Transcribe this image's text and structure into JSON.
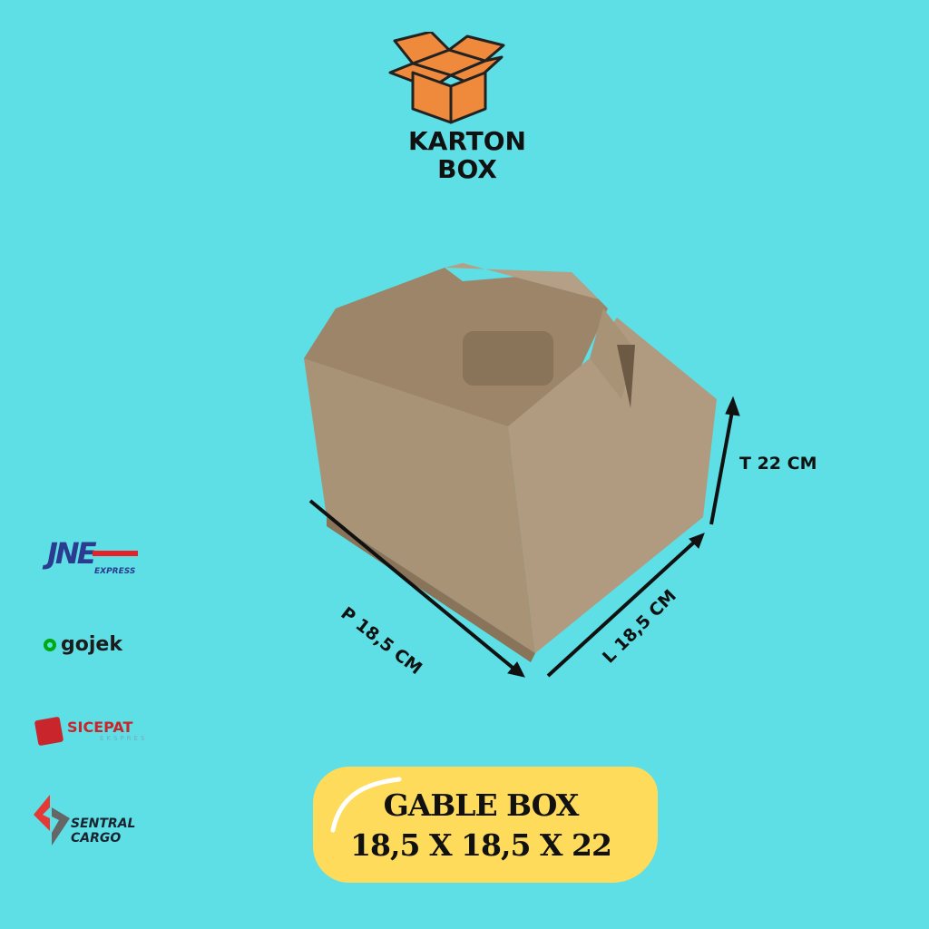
{
  "brand": {
    "line1": "KARTON",
    "line2": "BOX",
    "icon": "open-cardboard-box-icon"
  },
  "dimensions": {
    "height": "T 22 CM",
    "length": "P 18,5 CM",
    "width": "L 18,5 CM"
  },
  "product": {
    "title": "GABLE BOX",
    "size": "18,5 X 18,5 X 22"
  },
  "couriers": [
    {
      "name": "JNE",
      "sub": "EXPRESS",
      "color": "#2b3b8f",
      "accent": "#e62229"
    },
    {
      "name": "gojek",
      "color": "#00aa13"
    },
    {
      "name": "SICEPAT",
      "sub": "EKSPRES",
      "color": "#c9252c"
    },
    {
      "name": "SENTRAL",
      "sub": "CARGO",
      "color": "#e53935"
    }
  ],
  "colors": {
    "background": "#5ddfe5",
    "label": "#fedb5a",
    "box": "#a99377"
  }
}
